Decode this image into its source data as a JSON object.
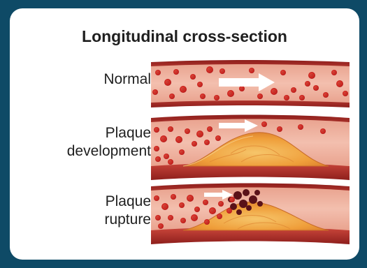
{
  "title": "Longitudinal cross-section",
  "labels": {
    "normal": "Normal",
    "plaque_development_line1": "Plaque",
    "plaque_development_line2": "development",
    "plaque_rupture_line1": "Plaque",
    "plaque_rupture_line2": "rupture"
  },
  "colors": {
    "background": "#0e4a66",
    "panel": "#ffffff",
    "vessel_wall": "#c8423a",
    "lumen": "#e8a08c",
    "blood_cell": "#d5322a",
    "plaque": "#f0a23a",
    "clot": "#5a1218",
    "flow_arrow": "#ffffff"
  },
  "icons": [
    "flow-arrow-icon",
    "red-blood-cell-icon",
    "plaque-icon",
    "blood-clot-icon"
  ]
}
